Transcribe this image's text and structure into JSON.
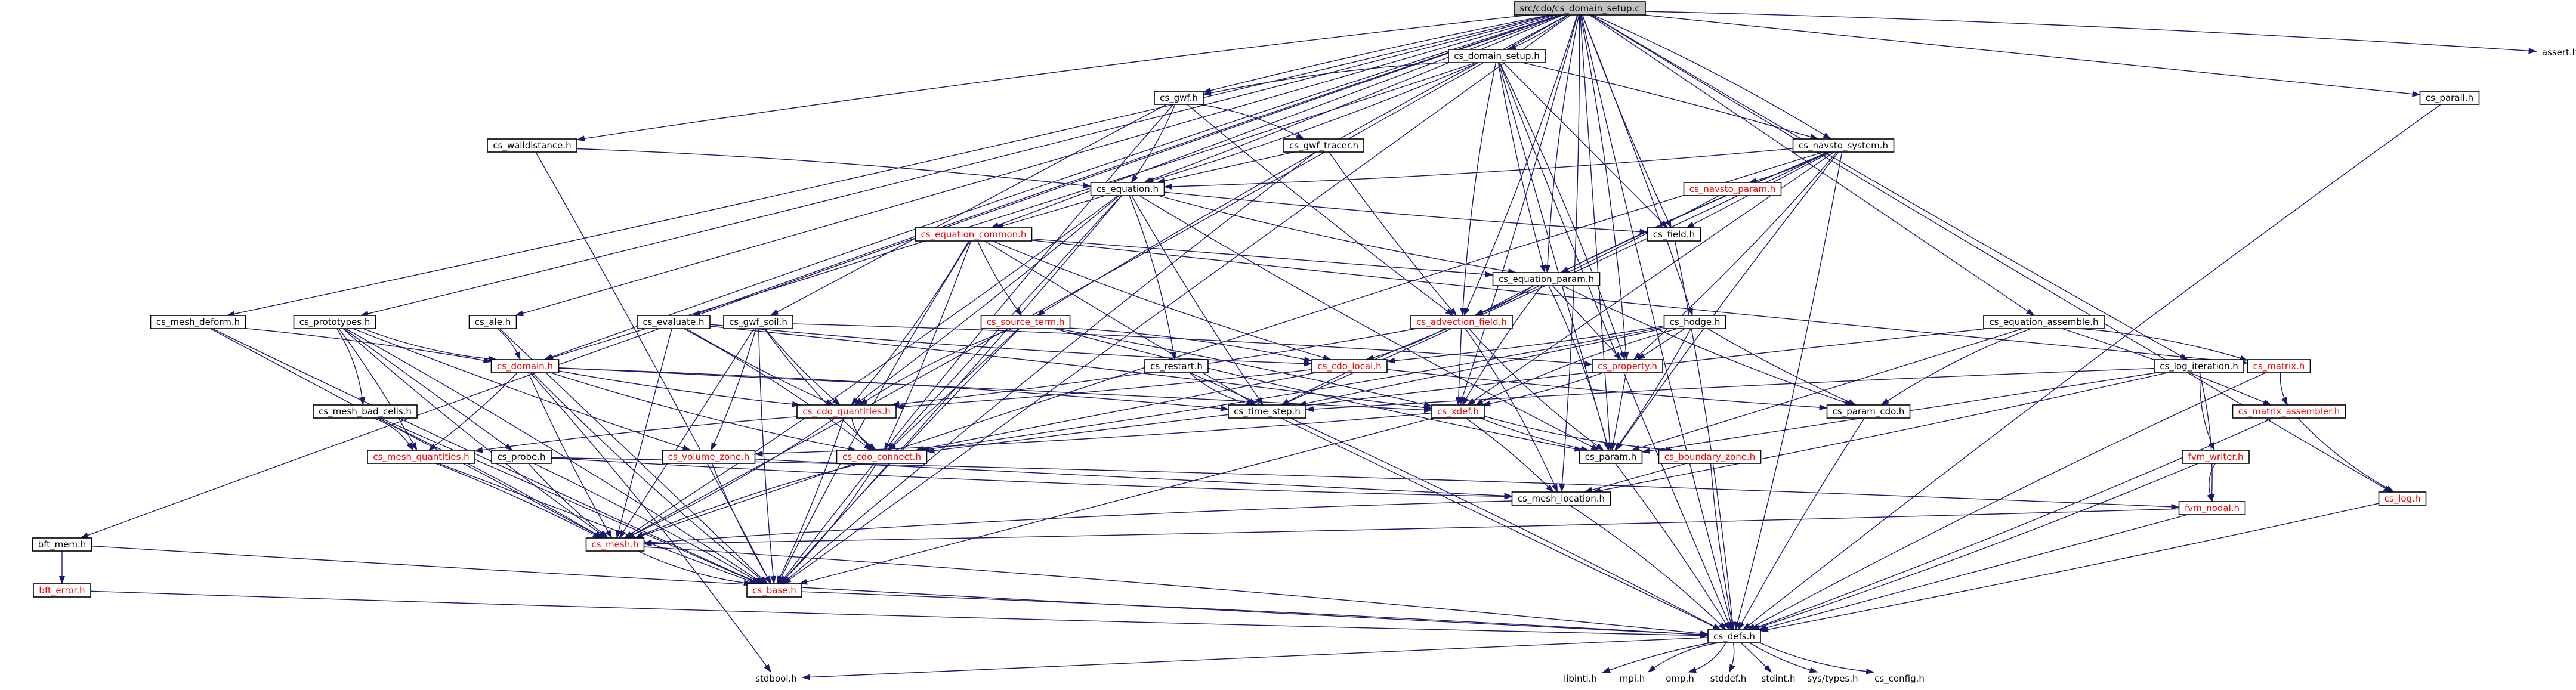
{
  "graph": {
    "root": "src/cdo/cs_domain_setup.c",
    "colors": {
      "edge": "#191970",
      "link_text": "#000000",
      "missing_text": "#ff0000",
      "root_fill": "#bfbfbf",
      "node_fill": "#ffffff",
      "bare_text": "#000000"
    },
    "nodes": [
      {
        "id": "root",
        "label": "src/cdo/cs_domain_setup.c",
        "style": "root"
      },
      {
        "id": "assert",
        "label": "assert.h",
        "style": "bare"
      },
      {
        "id": "domain_setup",
        "label": "cs_domain_setup.h",
        "style": "box"
      },
      {
        "id": "parall",
        "label": "cs_parall.h",
        "style": "box"
      },
      {
        "id": "gwf",
        "label": "cs_gwf.h",
        "style": "box"
      },
      {
        "id": "walldistance",
        "label": "cs_walldistance.h",
        "style": "box"
      },
      {
        "id": "gwf_tracer",
        "label": "cs_gwf_tracer.h",
        "style": "box"
      },
      {
        "id": "navsto_system",
        "label": "cs_navsto_system.h",
        "style": "box"
      },
      {
        "id": "equation",
        "label": "cs_equation.h",
        "style": "box"
      },
      {
        "id": "navsto_param",
        "label": "cs_navsto_param.h",
        "style": "red"
      },
      {
        "id": "equation_common",
        "label": "cs_equation_common.h",
        "style": "red"
      },
      {
        "id": "field",
        "label": "cs_field.h",
        "style": "box"
      },
      {
        "id": "equation_param",
        "label": "cs_equation_param.h",
        "style": "box"
      },
      {
        "id": "mesh_deform",
        "label": "cs_mesh_deform.h",
        "style": "box"
      },
      {
        "id": "prototypes",
        "label": "cs_prototypes.h",
        "style": "box"
      },
      {
        "id": "ale",
        "label": "cs_ale.h",
        "style": "box"
      },
      {
        "id": "evaluate",
        "label": "cs_evaluate.h",
        "style": "box"
      },
      {
        "id": "gwf_soil",
        "label": "cs_gwf_soil.h",
        "style": "box"
      },
      {
        "id": "source_term",
        "label": "cs_source_term.h",
        "style": "red"
      },
      {
        "id": "advection_field",
        "label": "cs_advection_field.h",
        "style": "red"
      },
      {
        "id": "hodge",
        "label": "cs_hodge.h",
        "style": "box"
      },
      {
        "id": "equation_assemble",
        "label": "cs_equation_assemble.h",
        "style": "box"
      },
      {
        "id": "log_iteration",
        "label": "cs_log_iteration.h",
        "style": "box"
      },
      {
        "id": "domain",
        "label": "cs_domain.h",
        "style": "red"
      },
      {
        "id": "cdo_local",
        "label": "cs_cdo_local.h",
        "style": "red"
      },
      {
        "id": "restart",
        "label": "cs_restart.h",
        "style": "box"
      },
      {
        "id": "property",
        "label": "cs_property.h",
        "style": "red"
      },
      {
        "id": "matrix",
        "label": "cs_matrix.h",
        "style": "red"
      },
      {
        "id": "mesh_bad_cells",
        "label": "cs_mesh_bad_cells.h",
        "style": "box"
      },
      {
        "id": "cdo_quantities",
        "label": "cs_cdo_quantities.h",
        "style": "red"
      },
      {
        "id": "time_step",
        "label": "cs_time_step.h",
        "style": "box"
      },
      {
        "id": "xdef",
        "label": "cs_xdef.h",
        "style": "red"
      },
      {
        "id": "param_cdo",
        "label": "cs_param_cdo.h",
        "style": "box"
      },
      {
        "id": "matrix_assembler",
        "label": "cs_matrix_assembler.h",
        "style": "red"
      },
      {
        "id": "mesh_quantities",
        "label": "cs_mesh_quantities.h",
        "style": "red"
      },
      {
        "id": "probe",
        "label": "cs_probe.h",
        "style": "box"
      },
      {
        "id": "volume_zone",
        "label": "cs_volume_zone.h",
        "style": "red"
      },
      {
        "id": "cdo_connect",
        "label": "cs_cdo_connect.h",
        "style": "red"
      },
      {
        "id": "param",
        "label": "cs_param.h",
        "style": "box"
      },
      {
        "id": "boundary_zone",
        "label": "cs_boundary_zone.h",
        "style": "red"
      },
      {
        "id": "fvm_writer",
        "label": "fvm_writer.h",
        "style": "red"
      },
      {
        "id": "log",
        "label": "cs_log.h",
        "style": "red"
      },
      {
        "id": "bft_mem",
        "label": "bft_mem.h",
        "style": "box"
      },
      {
        "id": "mesh_location",
        "label": "cs_mesh_location.h",
        "style": "box"
      },
      {
        "id": "fvm_nodal",
        "label": "fvm_nodal.h",
        "style": "red"
      },
      {
        "id": "bft_error",
        "label": "bft_error.h",
        "style": "red"
      },
      {
        "id": "mesh",
        "label": "cs_mesh.h",
        "style": "red"
      },
      {
        "id": "base",
        "label": "cs_base.h",
        "style": "red"
      },
      {
        "id": "defs",
        "label": "cs_defs.h",
        "style": "box"
      },
      {
        "id": "stdbool",
        "label": "stdbool.h",
        "style": "bare"
      },
      {
        "id": "libintl",
        "label": "libintl.h",
        "style": "bare"
      },
      {
        "id": "mpi",
        "label": "mpi.h",
        "style": "bare"
      },
      {
        "id": "omp",
        "label": "omp.h",
        "style": "bare"
      },
      {
        "id": "stddef",
        "label": "stddef.h",
        "style": "bare"
      },
      {
        "id": "stdint",
        "label": "stdint.h",
        "style": "bare"
      },
      {
        "id": "sys_types",
        "label": "sys/types.h",
        "style": "bare"
      },
      {
        "id": "cs_config",
        "label": "cs_config.h",
        "style": "bare"
      }
    ],
    "edges": [
      [
        "root",
        "assert"
      ],
      [
        "root",
        "domain_setup"
      ],
      [
        "root",
        "parall"
      ],
      [
        "root",
        "gwf"
      ],
      [
        "root",
        "walldistance"
      ],
      [
        "root",
        "navsto_system"
      ],
      [
        "root",
        "equation"
      ],
      [
        "root",
        "equation_common"
      ],
      [
        "root",
        "field"
      ],
      [
        "root",
        "equation_param"
      ],
      [
        "root",
        "mesh_deform"
      ],
      [
        "root",
        "prototypes"
      ],
      [
        "root",
        "ale"
      ],
      [
        "root",
        "evaluate"
      ],
      [
        "root",
        "source_term"
      ],
      [
        "root",
        "advection_field"
      ],
      [
        "root",
        "hodge"
      ],
      [
        "root",
        "equation_assemble"
      ],
      [
        "root",
        "log_iteration"
      ],
      [
        "root",
        "domain"
      ],
      [
        "root",
        "property"
      ],
      [
        "root",
        "xdef"
      ],
      [
        "root",
        "param"
      ],
      [
        "root",
        "log"
      ],
      [
        "root",
        "bft_mem"
      ],
      [
        "root",
        "mesh_location"
      ],
      [
        "root",
        "mesh"
      ],
      [
        "root",
        "base"
      ],
      [
        "root",
        "defs"
      ],
      [
        "domain_setup",
        "gwf"
      ],
      [
        "domain_setup",
        "equation"
      ],
      [
        "domain_setup",
        "navsto_system"
      ],
      [
        "domain_setup",
        "field"
      ],
      [
        "domain_setup",
        "equation_param"
      ],
      [
        "domain_setup",
        "advection_field"
      ],
      [
        "domain_setup",
        "property"
      ],
      [
        "domain_setup",
        "domain"
      ],
      [
        "domain_setup",
        "param"
      ],
      [
        "domain_setup",
        "defs"
      ],
      [
        "parall",
        "defs"
      ],
      [
        "gwf",
        "gwf_tracer"
      ],
      [
        "gwf",
        "equation"
      ],
      [
        "gwf",
        "gwf_soil"
      ],
      [
        "gwf",
        "advection_field"
      ],
      [
        "gwf",
        "base"
      ],
      [
        "walldistance",
        "equation"
      ],
      [
        "walldistance",
        "base"
      ],
      [
        "gwf_tracer",
        "equation"
      ],
      [
        "gwf_tracer",
        "advection_field"
      ],
      [
        "gwf_tracer",
        "base"
      ],
      [
        "navsto_system",
        "equation"
      ],
      [
        "navsto_system",
        "navsto_param"
      ],
      [
        "navsto_system",
        "field"
      ],
      [
        "navsto_system",
        "equation_param"
      ],
      [
        "navsto_system",
        "advection_field"
      ],
      [
        "navsto_system",
        "property"
      ],
      [
        "navsto_system",
        "time_step"
      ],
      [
        "navsto_system",
        "xdef"
      ],
      [
        "navsto_system",
        "param"
      ],
      [
        "navsto_system",
        "mesh"
      ],
      [
        "navsto_system",
        "defs"
      ],
      [
        "navsto_param",
        "advection_field"
      ],
      [
        "equation",
        "equation_common"
      ],
      [
        "equation",
        "field"
      ],
      [
        "equation",
        "equation_param"
      ],
      [
        "equation",
        "restart"
      ],
      [
        "equation",
        "cdo_quantities"
      ],
      [
        "equation",
        "cdo_connect"
      ],
      [
        "equation",
        "time_step"
      ],
      [
        "equation",
        "param"
      ],
      [
        "equation",
        "mesh"
      ],
      [
        "equation",
        "base"
      ],
      [
        "equation_common",
        "equation_param"
      ],
      [
        "equation_common",
        "source_term"
      ],
      [
        "equation_common",
        "cdo_local"
      ],
      [
        "equation_common",
        "cdo_quantities"
      ],
      [
        "equation_common",
        "cdo_connect"
      ],
      [
        "equation_common",
        "time_step"
      ],
      [
        "equation_common",
        "matrix"
      ],
      [
        "equation_common",
        "base"
      ],
      [
        "field",
        "defs"
      ],
      [
        "equation_param",
        "advection_field"
      ],
      [
        "equation_param",
        "property"
      ],
      [
        "equation_param",
        "xdef"
      ],
      [
        "equation_param",
        "param_cdo"
      ],
      [
        "equation_param",
        "param"
      ],
      [
        "mesh_deform",
        "domain"
      ],
      [
        "mesh_deform",
        "mesh"
      ],
      [
        "mesh_deform",
        "base"
      ],
      [
        "prototypes",
        "domain"
      ],
      [
        "prototypes",
        "mesh_bad_cells"
      ],
      [
        "prototypes",
        "mesh_quantities"
      ],
      [
        "prototypes",
        "probe"
      ],
      [
        "prototypes",
        "volume_zone"
      ],
      [
        "prototypes",
        "mesh"
      ],
      [
        "prototypes",
        "base"
      ],
      [
        "ale",
        "domain"
      ],
      [
        "ale",
        "base"
      ],
      [
        "evaluate",
        "cdo_quantities"
      ],
      [
        "evaluate",
        "cdo_local"
      ],
      [
        "evaluate",
        "cdo_connect"
      ],
      [
        "evaluate",
        "xdef"
      ],
      [
        "evaluate",
        "mesh"
      ],
      [
        "gwf_soil",
        "cdo_quantities"
      ],
      [
        "gwf_soil",
        "cdo_connect"
      ],
      [
        "gwf_soil",
        "property"
      ],
      [
        "gwf_soil",
        "volume_zone"
      ],
      [
        "gwf_soil",
        "mesh"
      ],
      [
        "gwf_soil",
        "base"
      ],
      [
        "source_term",
        "cdo_quantities"
      ],
      [
        "source_term",
        "cdo_local"
      ],
      [
        "source_term",
        "xdef"
      ],
      [
        "source_term",
        "cdo_connect"
      ],
      [
        "source_term",
        "base"
      ],
      [
        "source_term",
        "param"
      ],
      [
        "advection_field",
        "cdo_quantities"
      ],
      [
        "advection_field",
        "cdo_local"
      ],
      [
        "advection_field",
        "xdef"
      ],
      [
        "advection_field",
        "time_step"
      ],
      [
        "advection_field",
        "param"
      ],
      [
        "advection_field",
        "mesh_location"
      ],
      [
        "hodge",
        "cdo_local"
      ],
      [
        "hodge",
        "property"
      ],
      [
        "hodge",
        "param_cdo"
      ],
      [
        "hodge",
        "xdef"
      ],
      [
        "hodge",
        "cdo_connect"
      ],
      [
        "hodge",
        "param"
      ],
      [
        "hodge",
        "time_step"
      ],
      [
        "equation_assemble",
        "cdo_connect"
      ],
      [
        "equation_assemble",
        "param_cdo"
      ],
      [
        "equation_assemble",
        "matrix"
      ],
      [
        "equation_assemble",
        "matrix_assembler"
      ],
      [
        "equation_assemble",
        "param"
      ],
      [
        "log_iteration",
        "time_step"
      ],
      [
        "log_iteration",
        "fvm_writer"
      ],
      [
        "log_iteration",
        "fvm_nodal"
      ],
      [
        "log_iteration",
        "mesh_location"
      ],
      [
        "log_iteration",
        "param"
      ],
      [
        "domain",
        "cdo_quantities"
      ],
      [
        "domain",
        "cdo_connect"
      ],
      [
        "domain",
        "time_step"
      ],
      [
        "domain",
        "mesh_quantities"
      ],
      [
        "domain",
        "xdef"
      ],
      [
        "domain",
        "mesh"
      ],
      [
        "domain",
        "base"
      ],
      [
        "domain",
        "stdbool"
      ],
      [
        "cdo_local",
        "cdo_quantities"
      ],
      [
        "cdo_local",
        "cdo_connect"
      ],
      [
        "cdo_local",
        "param_cdo"
      ],
      [
        "restart",
        "time_step"
      ],
      [
        "restart",
        "defs"
      ],
      [
        "property",
        "xdef"
      ],
      [
        "property",
        "param"
      ],
      [
        "matrix",
        "matrix_assembler"
      ],
      [
        "matrix",
        "defs"
      ],
      [
        "mesh_bad_cells",
        "mesh_quantities"
      ],
      [
        "mesh_bad_cells",
        "mesh"
      ],
      [
        "mesh_bad_cells",
        "base"
      ],
      [
        "cdo_quantities",
        "mesh_quantities"
      ],
      [
        "cdo_quantities",
        "cdo_connect"
      ],
      [
        "cdo_quantities",
        "mesh"
      ],
      [
        "cdo_quantities",
        "base"
      ],
      [
        "time_step",
        "defs"
      ],
      [
        "xdef",
        "param"
      ],
      [
        "xdef",
        "boundary_zone"
      ],
      [
        "xdef",
        "volume_zone"
      ],
      [
        "xdef",
        "mesh_location"
      ],
      [
        "xdef",
        "base"
      ],
      [
        "param_cdo",
        "defs"
      ],
      [
        "matrix_assembler",
        "log"
      ],
      [
        "matrix_assembler",
        "defs"
      ],
      [
        "mesh_quantities",
        "mesh"
      ],
      [
        "mesh_quantities",
        "base"
      ],
      [
        "probe",
        "mesh"
      ],
      [
        "probe",
        "mesh_location"
      ],
      [
        "probe",
        "fvm_nodal"
      ],
      [
        "probe",
        "base"
      ],
      [
        "volume_zone",
        "mesh_location"
      ],
      [
        "volume_zone",
        "base"
      ],
      [
        "cdo_connect",
        "mesh"
      ],
      [
        "cdo_connect",
        "base"
      ],
      [
        "param",
        "defs"
      ],
      [
        "boundary_zone",
        "mesh_location"
      ],
      [
        "boundary_zone",
        "defs"
      ],
      [
        "fvm_writer",
        "fvm_nodal"
      ],
      [
        "fvm_writer",
        "defs"
      ],
      [
        "log",
        "defs"
      ],
      [
        "bft_mem",
        "bft_error"
      ],
      [
        "bft_mem",
        "defs"
      ],
      [
        "mesh_location",
        "mesh"
      ],
      [
        "mesh_location",
        "defs"
      ],
      [
        "fvm_nodal",
        "mesh"
      ],
      [
        "fvm_nodal",
        "defs"
      ],
      [
        "bft_error",
        "defs"
      ],
      [
        "mesh",
        "base"
      ],
      [
        "mesh",
        "defs"
      ],
      [
        "base",
        "defs"
      ],
      [
        "defs",
        "stdbool"
      ],
      [
        "defs",
        "libintl"
      ],
      [
        "defs",
        "mpi"
      ],
      [
        "defs",
        "omp"
      ],
      [
        "defs",
        "stddef"
      ],
      [
        "defs",
        "stdint"
      ],
      [
        "defs",
        "sys_types"
      ],
      [
        "defs",
        "cs_config"
      ]
    ]
  }
}
